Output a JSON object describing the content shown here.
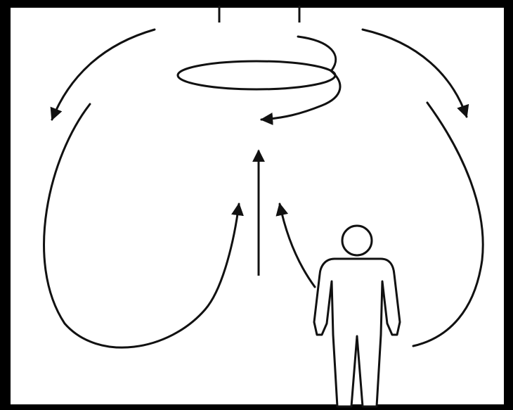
{
  "diagram": {
    "colors": {
      "background": "#ffffff",
      "frame": "#000000",
      "stroke": "#111111"
    },
    "elements": {
      "ceiling_outlet": "ceiling-outlet",
      "spiral_vortex": "spiral-vortex",
      "central_updraft": "central-updraft-arrow",
      "left_circulation_loop": "left-circulation-loop",
      "right_circulation_loop": "right-circulation-loop",
      "person": "person-figure"
    }
  }
}
